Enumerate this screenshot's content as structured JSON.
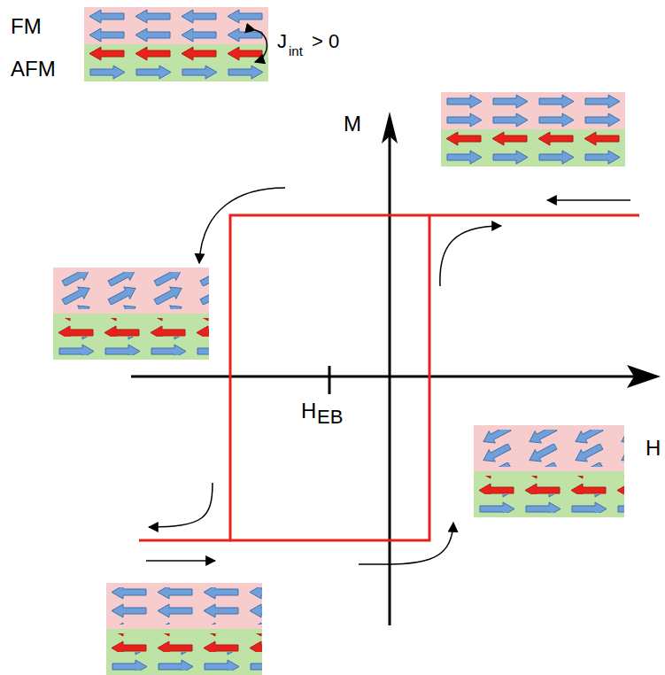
{
  "diagram": {
    "labels": [
      "FM",
      "J",
      "int",
      "> 0",
      "AFM",
      "M",
      "H",
      "EB",
      "H"
    ]
  }
}
